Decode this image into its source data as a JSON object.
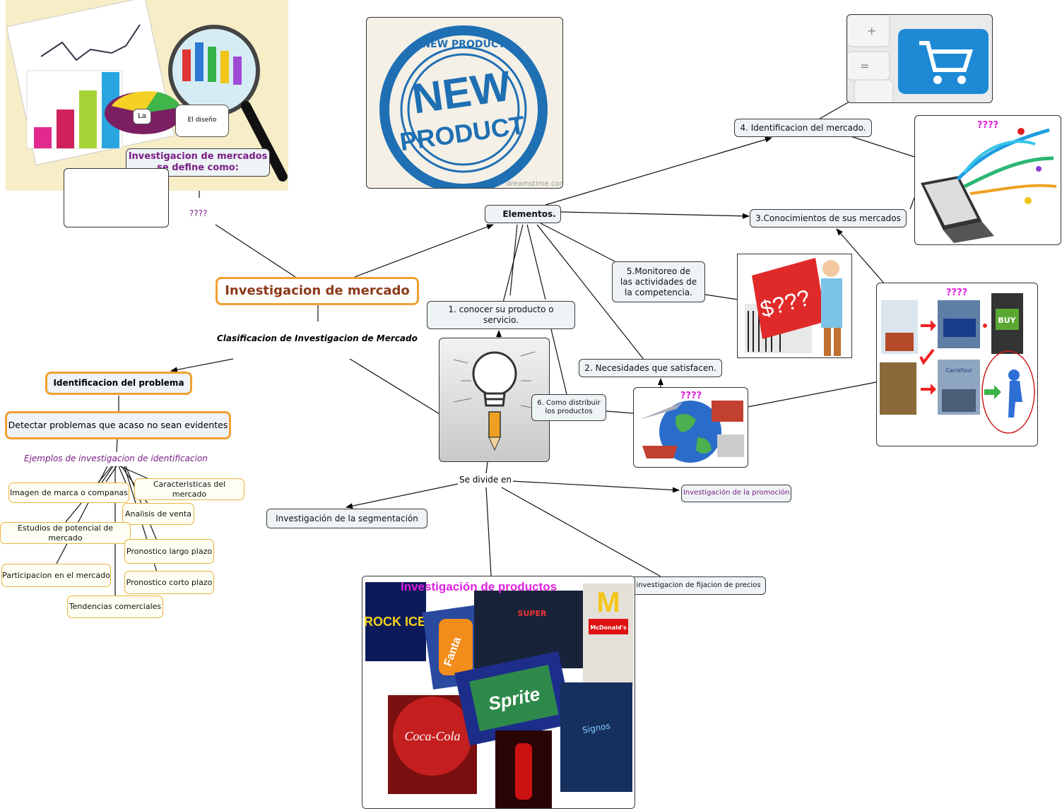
{
  "colors": {
    "accent_orange": "#f0a032",
    "purple": "#7a1f86",
    "magenta": "#e020e0",
    "brown": "#8b3a1a"
  },
  "central": {
    "title": "Investigacion de mercado"
  },
  "classification": {
    "label": "Clasificacion de Investigacion de Mercado"
  },
  "definition": {
    "title": "Investigacion de mercados se define como:",
    "unknown": "????"
  },
  "top_left_image": {
    "bubble_1": "La",
    "bubble_2": "El diseño"
  },
  "elements": {
    "title": "Elementos.",
    "item1": "1. conocer su producto o servicio.",
    "item2": "2. Necesidades que satisfacen.",
    "item3": "3.Conocimientos de sus mercados",
    "item4": "4. Identificacion del mercado.",
    "item5": "5.Monitoreo de las actividades de la competencia.",
    "item6": "6. Como distribuir los productos"
  },
  "images": {
    "laptop_q": "????",
    "logistics_q": "????",
    "globe_q": "????",
    "stamp_top": "NEW PRODUCT",
    "stamp_main_1": "NEW",
    "stamp_main_2": "PRODUCT",
    "stamp_credit": "dreamstime.com",
    "price_tag_q": "$???",
    "brand_rock": "ROCK ICE",
    "brand_fanta": "Fanta",
    "brand_mcd": "McDonald's",
    "brand_sprite": "Sprite",
    "brand_coke": "Coca-Cola",
    "brand_super": "SUPER",
    "brand_signos": "Signos",
    "brand_carrefour": "Carrefour",
    "buy_key": "BUY",
    "keyboard_plus": "+",
    "keyboard_eq": "="
  },
  "divides": {
    "label": "Se divide en",
    "segmentation": "Investigación de la segmentación",
    "promotion": "Investigación de la promoción",
    "pricing": "investigacion de fijacion de precios",
    "products": "Investigación de productos"
  },
  "problem": {
    "title": "Identificacion del problema",
    "detect": "Detectar problemas que acaso no sean evidentes",
    "examples_label": "Ejemplos de investigacion de identificacion",
    "examples": [
      "Imagen de marca o companas",
      "Caracteristicas del mercado",
      "Analisis de venta",
      "Estudios de potencial de mercado",
      "Pronostico largo plazo",
      "Participacion en el mercado",
      "Pronostico corto plazo",
      "Tendencias comerciales"
    ]
  }
}
